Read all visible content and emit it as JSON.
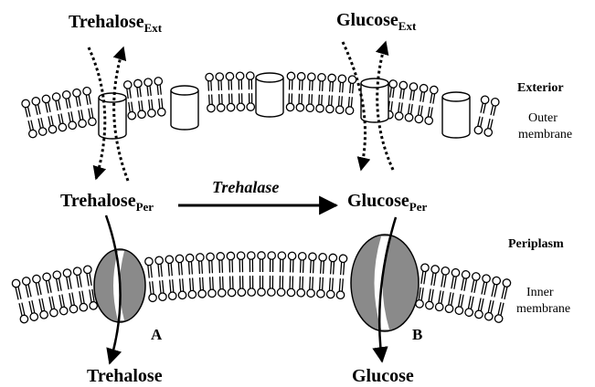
{
  "labels": {
    "trehalose_ext": {
      "main": "Trehalose",
      "sub": "Ext"
    },
    "glucose_ext": {
      "main": "Glucose",
      "sub": "Ext"
    },
    "trehalose_per": {
      "main": "Trehalose",
      "sub": "Per"
    },
    "glucose_per": {
      "main": "Glucose",
      "sub": "Per"
    },
    "trehalase": "Trehalase",
    "trehalose_in": "Trehalose",
    "glucose_in": "Glucose",
    "transporter_a": "A",
    "transporter_b": "B"
  },
  "regions": {
    "exterior": "Exterior",
    "outer_membrane_1": "Outer",
    "outer_membrane_2": "membrane",
    "periplasm": "Periplasm",
    "inner_membrane_1": "Inner",
    "inner_membrane_2": "membrane"
  },
  "colors": {
    "ink": "#000000",
    "transporter_fill": "#8a8a8a",
    "membrane_head": "#ffffff"
  }
}
